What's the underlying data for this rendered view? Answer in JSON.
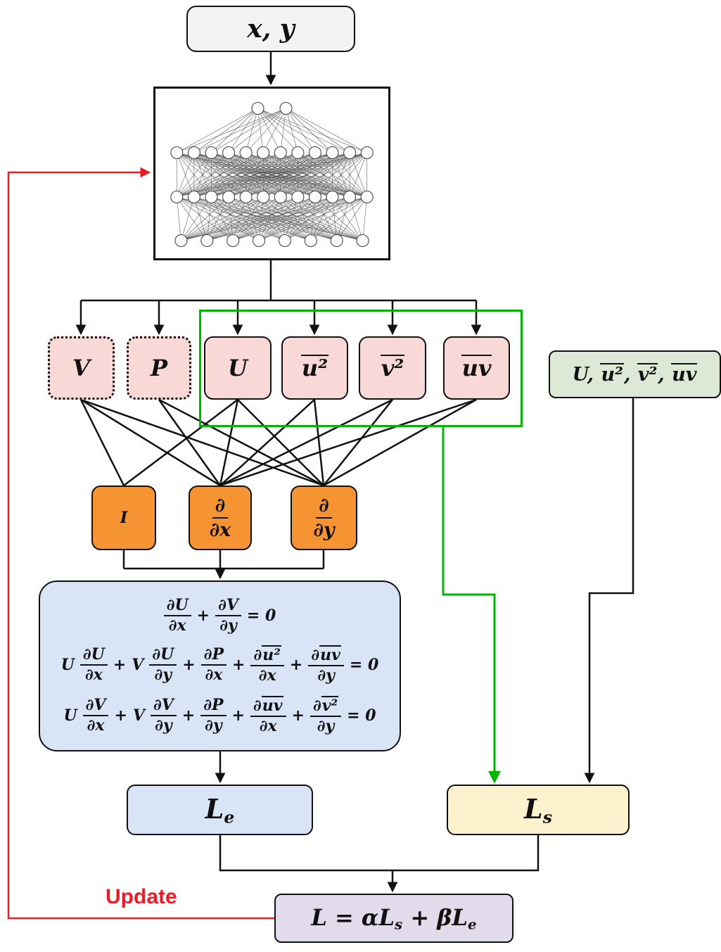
{
  "colors": {
    "pink_fill": "#f9d9d8",
    "orange_fill": "#f69434",
    "blue_fill": "#d9e5f7",
    "yellow_fill": "#fcf2cd",
    "purple_fill": "#e2dbec",
    "sage_fill": "#dde8d7",
    "gray_fill": "#f3f3f3",
    "accent_green": "#00b400",
    "accent_red": "#ec1c24",
    "line_black": "#111111"
  },
  "input_box": {
    "label": "x, y"
  },
  "nn": {
    "layers": [
      2,
      12,
      12,
      8
    ]
  },
  "outputs": [
    {
      "label": "V",
      "style": "dotted"
    },
    {
      "label": "P",
      "style": "dotted"
    },
    {
      "label": "U",
      "style": "solid"
    },
    {
      "label": "{u²}",
      "style": "solid"
    },
    {
      "label": "{v²}",
      "style": "solid"
    },
    {
      "label": "{uv}",
      "style": "solid"
    }
  ],
  "reference_box": {
    "label": "U, {u²}, {v²}, {uv}"
  },
  "operators": [
    {
      "eq": [
        {
          "t": "I"
        }
      ]
    },
    {
      "eq": [
        {
          "f": [
            "∂",
            "∂x"
          ]
        }
      ]
    },
    {
      "eq": [
        {
          "f": [
            "∂",
            "∂y"
          ]
        }
      ]
    }
  ],
  "equations": [
    [
      {
        "f": [
          "∂U",
          "∂x"
        ]
      },
      {
        "t": "+"
      },
      {
        "f": [
          "∂V",
          "∂y"
        ]
      },
      {
        "t": "= 0"
      }
    ],
    [
      {
        "t": "U"
      },
      {
        "f": [
          "∂U",
          "∂x"
        ]
      },
      {
        "t": "+"
      },
      {
        "t": "V"
      },
      {
        "f": [
          "∂U",
          "∂y"
        ]
      },
      {
        "t": "+"
      },
      {
        "f": [
          "∂P",
          "∂x"
        ]
      },
      {
        "t": "+"
      },
      {
        "f": [
          "∂{u²}",
          "∂x"
        ]
      },
      {
        "t": "+"
      },
      {
        "f": [
          "∂{uv}",
          "∂y"
        ]
      },
      {
        "t": "= 0"
      }
    ],
    [
      {
        "t": "U"
      },
      {
        "f": [
          "∂V",
          "∂x"
        ]
      },
      {
        "t": "+"
      },
      {
        "t": "V"
      },
      {
        "f": [
          "∂V",
          "∂y"
        ]
      },
      {
        "t": "+"
      },
      {
        "f": [
          "∂P",
          "∂y"
        ]
      },
      {
        "t": "+"
      },
      {
        "f": [
          "∂{uv}",
          "∂x"
        ]
      },
      {
        "t": "+"
      },
      {
        "f": [
          "∂{v²}",
          "∂y"
        ]
      },
      {
        "t": "= 0"
      }
    ]
  ],
  "loss_boxes": {
    "equation_loss": "L_(e)",
    "supervised_loss": "L_(s)",
    "total_loss": "L = αL_(s) + βL_(e)"
  },
  "update_label": "Update"
}
